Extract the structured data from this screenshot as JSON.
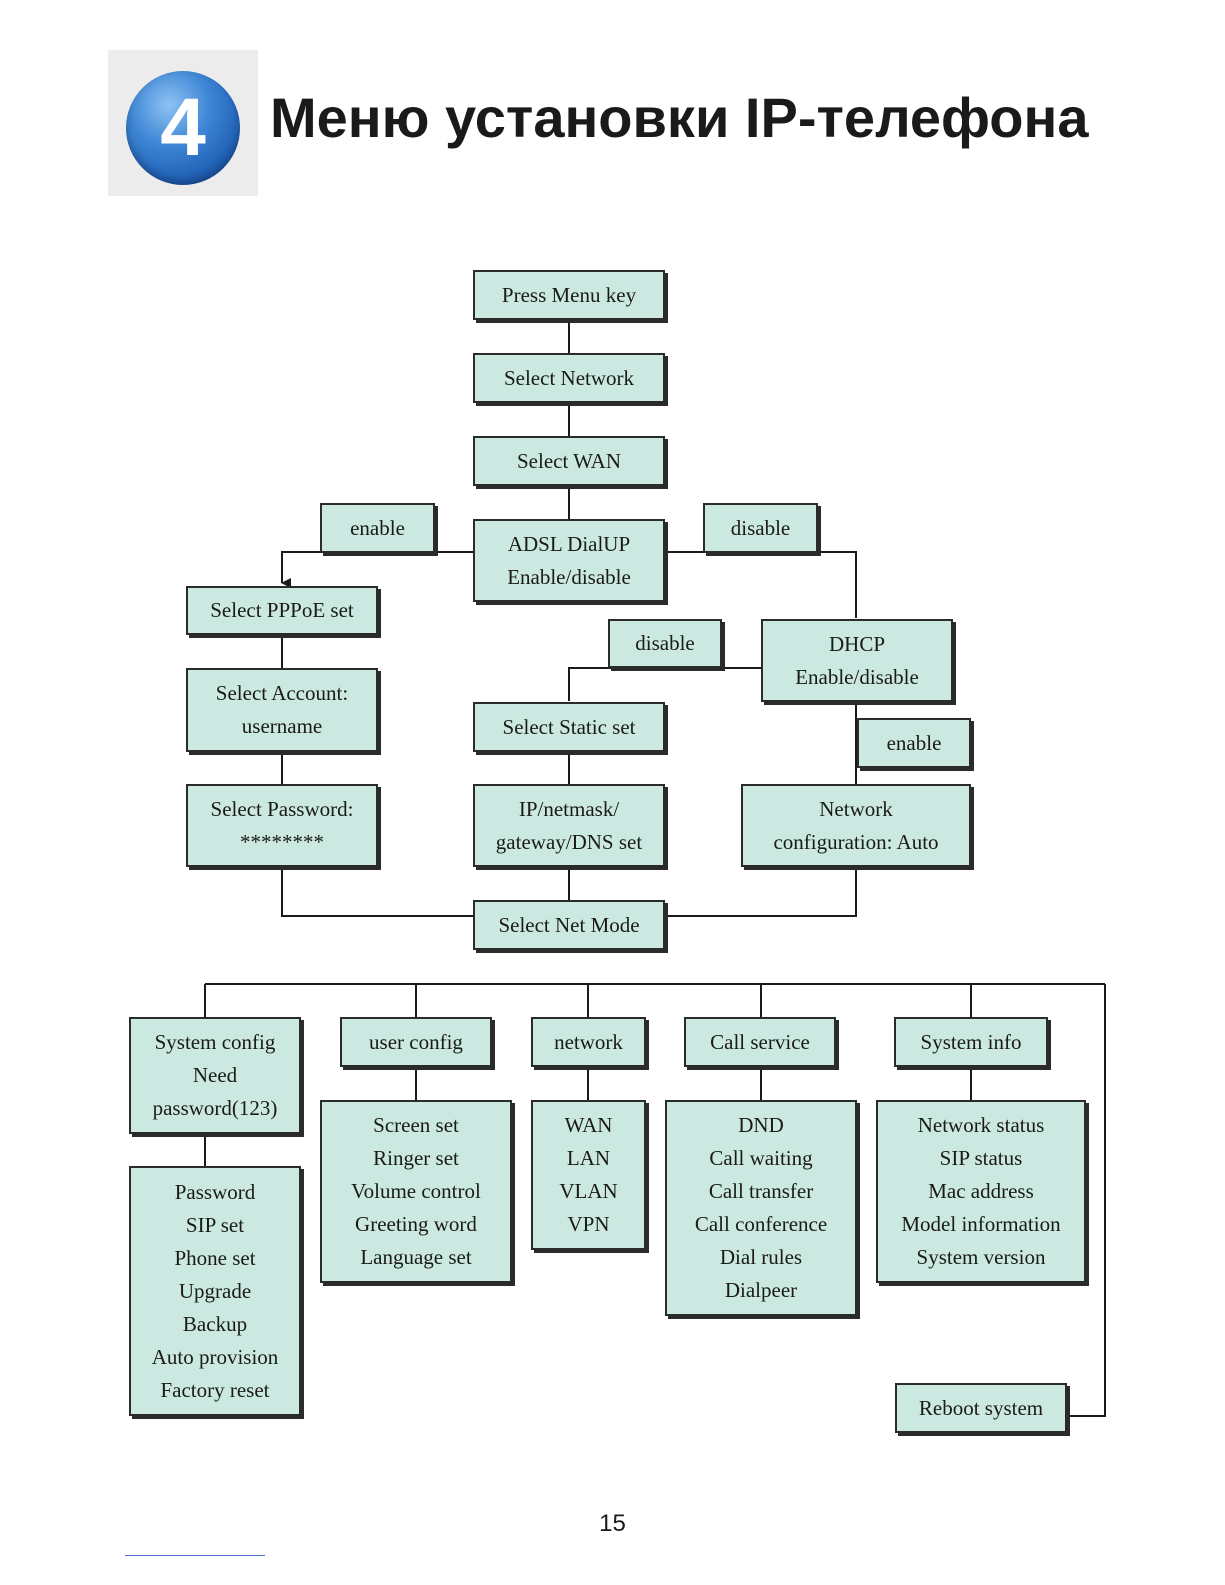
{
  "header": {
    "badge_number": "4",
    "title": "Меню установки IP-телефона"
  },
  "colors": {
    "box_fill": "#cbe9e1",
    "box_border": "#2b2b2b",
    "line": "#1a1a1a",
    "badge_blue": "#2f72c8"
  },
  "setup_flow": {
    "press_menu": "Press Menu key",
    "select_network": "Select Network",
    "select_wan": "Select WAN",
    "adsl": [
      "ADSL DialUP",
      "Enable/disable"
    ],
    "label_enable_left": "enable",
    "label_disable_right": "disable",
    "pppoe": "Select PPPoE set",
    "account": [
      "Select Account:",
      "username"
    ],
    "password": [
      "Select Password:",
      "********"
    ],
    "label_disable_dhcp": "disable",
    "dhcp": [
      "DHCP",
      "Enable/disable"
    ],
    "label_enable_dhcp": "enable",
    "static_set": "Select Static set",
    "ip_set": [
      "IP/netmask/",
      "gateway/DNS set"
    ],
    "net_auto": [
      "Network",
      "configuration: Auto"
    ],
    "net_mode": "Select Net Mode"
  },
  "menu": {
    "system_config": [
      "System config",
      "Need",
      "password(123)"
    ],
    "system_config_items": [
      "Password",
      "SIP set",
      "Phone set",
      "Upgrade",
      "Backup",
      "Auto provision",
      "Factory reset"
    ],
    "user_config": "user config",
    "user_config_items": [
      "Screen set",
      "Ringer set",
      "Volume control",
      "Greeting word",
      "Language set"
    ],
    "network": "network",
    "network_items": [
      "WAN",
      "LAN",
      "VLAN",
      "VPN"
    ],
    "call_service": "Call service",
    "call_service_items": [
      "DND",
      "Call waiting",
      "Call transfer",
      "Call conference",
      "Dial rules",
      "Dialpeer"
    ],
    "system_info": "System info",
    "system_info_items": [
      "Network status",
      "SIP status",
      "Mac address",
      "Model information",
      "System version"
    ],
    "reboot": "Reboot system"
  },
  "footer": {
    "page_number": "15"
  }
}
